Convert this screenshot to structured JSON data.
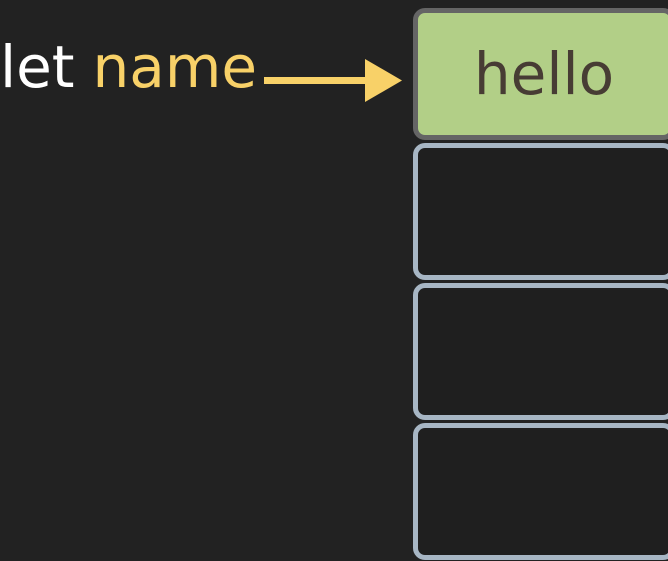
{
  "diagram": {
    "background_color": "#222222",
    "title_text": "",
    "expression": {
      "keyword": "let",
      "keyword_color": "#ffffff",
      "variable": "name",
      "variable_color": "#f8d168"
    },
    "arrow": {
      "icon": "right-arrow-icon",
      "color": "#f8d168",
      "direction": "right",
      "label": ""
    },
    "memory_cells": [
      {
        "value": "hello",
        "filled": true,
        "fill_color": "#b2cf87",
        "border_color": "#656565",
        "text_color": "#473c34"
      },
      {
        "value": "",
        "filled": false,
        "fill_color": "#1f1f1f",
        "border_color": "#a7b6c4",
        "text_color": "#a7b6c4"
      },
      {
        "value": "",
        "filled": false,
        "fill_color": "#1f1f1f",
        "border_color": "#a7b6c4",
        "text_color": "#a7b6c4"
      },
      {
        "value": "",
        "filled": false,
        "fill_color": "#1f1f1f",
        "border_color": "#a7b6c4",
        "text_color": "#a7b6c4"
      }
    ]
  }
}
